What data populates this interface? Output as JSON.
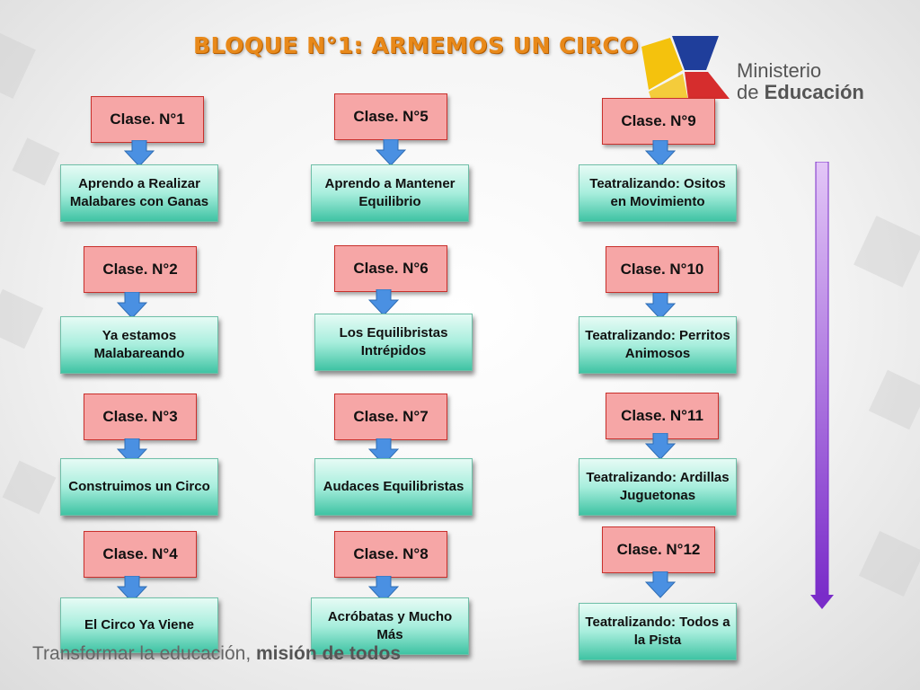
{
  "slide": {
    "title": "BLOQUE N°1: ARMEMOS UN CIRCO",
    "logo": {
      "line1": "Ministerio",
      "line2_prefix": "de ",
      "line2_bold": "Educación"
    },
    "footer": {
      "part1": "Transformar la educación, ",
      "part2": "misión de todos"
    }
  },
  "columns": [
    {
      "steps": [
        {
          "clase": "Clase. N°1",
          "actividad": "Aprendo a Realizar Malabares con Ganas"
        },
        {
          "clase": "Clase. N°2",
          "actividad": "Ya estamos Malabareando"
        },
        {
          "clase": "Clase. N°3",
          "actividad": "Construimos un Circo"
        },
        {
          "clase": "Clase. N°4",
          "actividad": "El Circo Ya Viene"
        }
      ]
    },
    {
      "steps": [
        {
          "clase": "Clase. N°5",
          "actividad": "Aprendo a Mantener Equilibrio"
        },
        {
          "clase": "Clase. N°6",
          "actividad": "Los Equilibristas Intrépidos"
        },
        {
          "clase": "Clase. N°7",
          "actividad": "Audaces Equilibristas"
        },
        {
          "clase": "Clase. N°8",
          "actividad": "Acróbatas y Mucho Más"
        }
      ]
    },
    {
      "steps": [
        {
          "clase": "Clase. N°9",
          "actividad": "Teatralizando: Ositos en Movimiento"
        },
        {
          "clase": "Clase. N°10",
          "actividad": "Teatralizando: Perritos Animosos"
        },
        {
          "clase": "Clase. N°11",
          "actividad": "Teatralizando: Ardillas Juguetonas"
        },
        {
          "clase": "Clase. N°12",
          "actividad": "Teatralizando: Todos a la Pista"
        }
      ]
    }
  ],
  "colors": {
    "title": "#e8891a",
    "clase_bg": "#f6a6a6",
    "actividad_bg": "#7ddcc4",
    "arrow": "#4a90e2",
    "progress_arrow": "#8e3fd6"
  }
}
